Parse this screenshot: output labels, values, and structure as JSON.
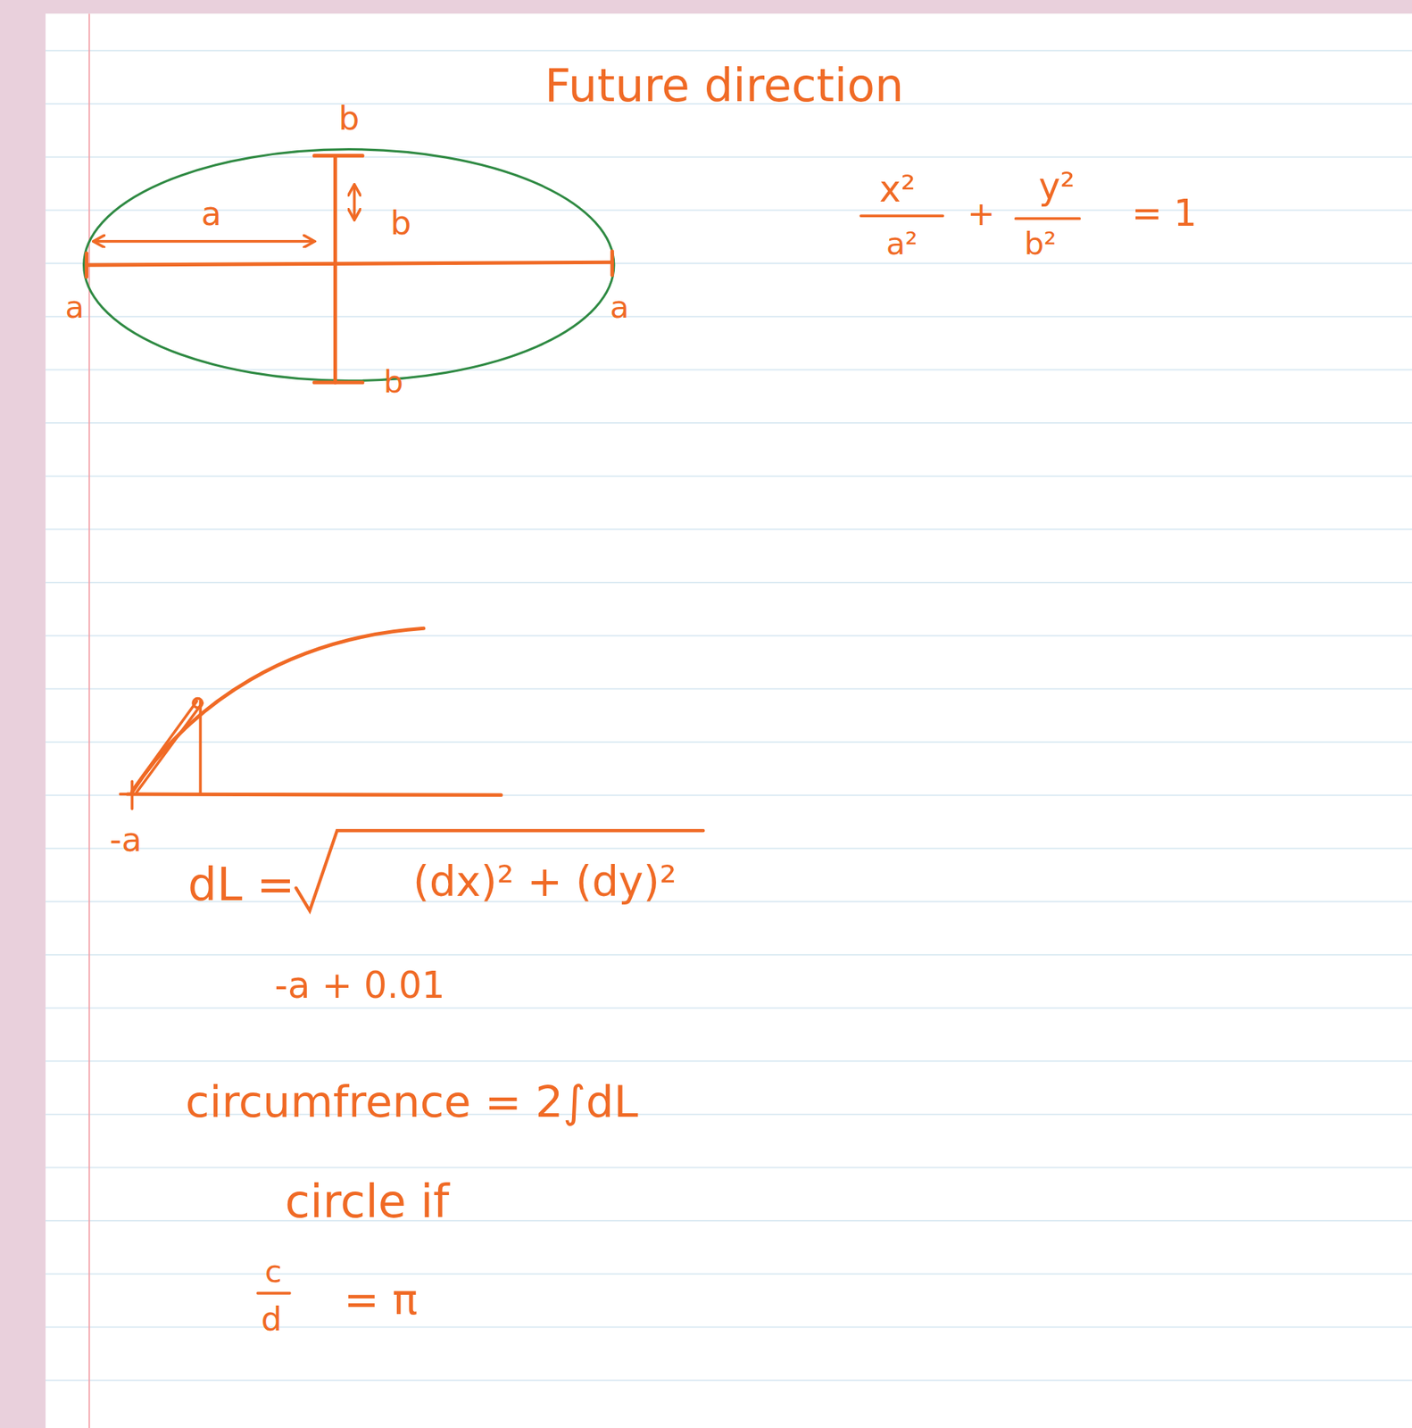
{
  "diagram": {
    "title": "Future direction",
    "labels": [
      "b",
      "a",
      "b",
      "a",
      "a",
      "b",
      "x²",
      "a²",
      "+",
      "y²",
      "b²",
      "= 1",
      "-a",
      "dL =",
      "(dx)² + (dy)²",
      "-a + 0.01",
      "circumfrence = 2∫dL",
      "circle if",
      "c",
      "d",
      "= π"
    ]
  }
}
